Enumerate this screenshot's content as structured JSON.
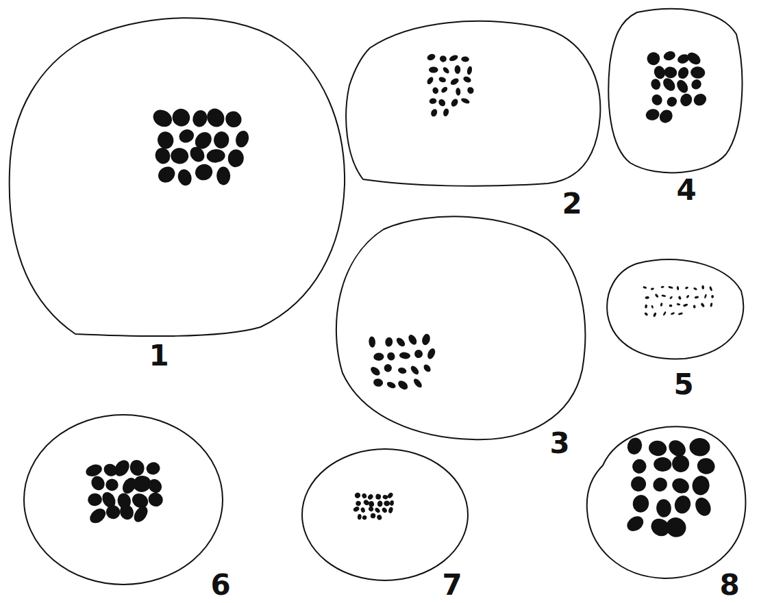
{
  "diagram": {
    "labels": [
      "1",
      "2",
      "4",
      "3",
      "5",
      "6",
      "7",
      "8"
    ]
  }
}
